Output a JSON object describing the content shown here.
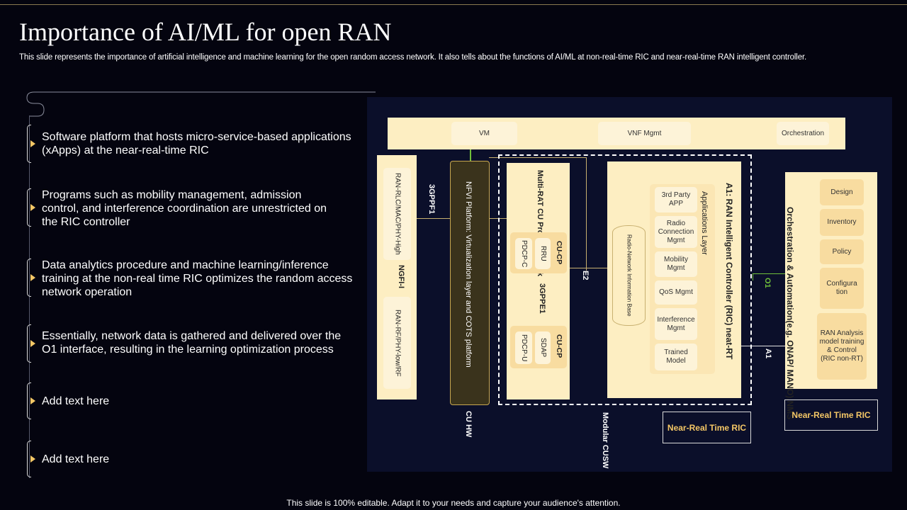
{
  "header": {
    "title": "Importance of AI/ML for open RAN",
    "subtitle": "This slide represents the importance of artificial intelligence and machine learning for the open random access network. It also tells about the functions of AI/ML  at non-real-time RIC and near-real-time RAN intelligent controller."
  },
  "points": [
    {
      "line1": "Software platform that hosts micro-service-based applications",
      "line2": "(xApps) at the near-real-time RIC",
      "line3": ""
    },
    {
      "line1": "Programs such as mobility management, admission",
      "line2": "control, and interference coordination are unrestricted on",
      "line3": "the RIC controller"
    },
    {
      "line1": "Data analytics procedure and machine learning/inference",
      "line2": "training at the non-real time RIC optimizes the random access",
      "line3": "network operation"
    },
    {
      "line1": "Essentially, network data is gathered and delivered over the",
      "line2": "O1 interface, resulting in the learning optimization process",
      "line3": ""
    },
    {
      "line1": "Add text here",
      "line2": "",
      "line3": ""
    },
    {
      "line1": "Add text here",
      "line2": "",
      "line3": ""
    }
  ],
  "diagram": {
    "top_bar": {
      "vm": "VM",
      "vnf": "VNF Mgmt",
      "orch": "Orchestration"
    },
    "ran_high": "RAN-RLC/MAC/PHY-High",
    "ngfi": "NGFI-I",
    "ran_low": "RAN-RF/PHY-low/RF",
    "link_3gpp_f1": "3GPPF1",
    "nfvi": "NFVI Platform: Virtualization layer and COTS platform",
    "cu_hw": "CU HW",
    "cu_stack": {
      "title": "Multi-RAT CU Protocol Stack",
      "cucp1": "CU-CP",
      "rru": "RRU",
      "pdcpc": "PDCP-C",
      "e1": "3GPPE1",
      "cucp2": "CU-CP",
      "sdap": "SDAP",
      "pdcpu": "PDCP-U"
    },
    "e2": "E2",
    "modular_cusw": "Modular CUSW",
    "ric": {
      "title": "A1: RAN Intelligent Controller (RIC) neat-RT",
      "app_layer": "Applications Layer",
      "rnib": "Radio-Network Information Base",
      "apps": [
        "3rd Party APP",
        "Radio Connection Mgmt",
        "Mobility Mgmt",
        "QoS Mgmt",
        "Interference Mgmt",
        "Trained Model"
      ]
    },
    "near_rt_label": "Near-Real Time RIC",
    "o1": "O1",
    "a1": "A1",
    "orchestration": {
      "title": "Orchestration & Automation(e.g. ONAP/ MANO),NMS",
      "items": [
        "Design",
        "Inventory",
        "Policy",
        "Configura tion",
        "RAN Analysis model training & Control (RIC non-RT)"
      ]
    },
    "near_rt_label2": "Near-Real Time RIC"
  },
  "footer": "This slide is 100% editable. Adapt it to your needs and capture your audience's attention."
}
